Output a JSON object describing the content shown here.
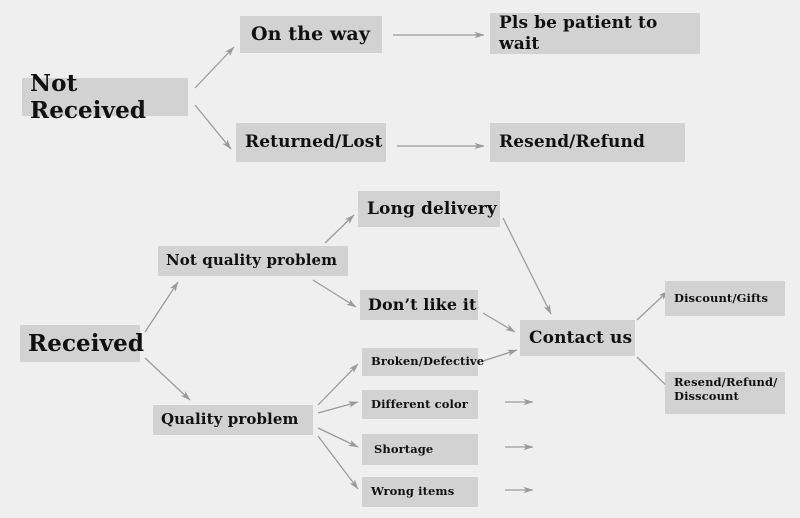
{
  "diagram": {
    "title": "Order Issue Resolution Flowchart",
    "background_color": "#efefef",
    "node_color": "#d2d2d2",
    "edge_color": "#9a9a9a",
    "text_color": "#101010"
  },
  "nodes": {
    "not_received": "Not Received",
    "on_the_way": "On the way",
    "returned_lost": "Returned/Lost",
    "pls_be_patient": "Pls be patient to wait",
    "resend_refund": "Resend/Refund",
    "received": "Received",
    "not_quality_problem": "Not quality problem",
    "quality_problem": "Quality problem",
    "long_delivery": "Long delivery",
    "dont_like_it": "Don’t like it",
    "broken_defective": "Broken/Defective",
    "different_color": "Different color",
    "shortage": "Shortage",
    "wrong_items": "Wrong items",
    "contact_us": "Contact us",
    "discount_gifts": "Discount/Gifts",
    "resend_refund_disscount": "Resend/Refund/\nDisscount"
  },
  "edges": [
    {
      "from": "not_received",
      "to": "on_the_way"
    },
    {
      "from": "not_received",
      "to": "returned_lost"
    },
    {
      "from": "on_the_way",
      "to": "pls_be_patient"
    },
    {
      "from": "returned_lost",
      "to": "resend_refund"
    },
    {
      "from": "received",
      "to": "not_quality_problem"
    },
    {
      "from": "received",
      "to": "quality_problem"
    },
    {
      "from": "not_quality_problem",
      "to": "long_delivery"
    },
    {
      "from": "not_quality_problem",
      "to": "dont_like_it"
    },
    {
      "from": "quality_problem",
      "to": "broken_defective"
    },
    {
      "from": "quality_problem",
      "to": "different_color"
    },
    {
      "from": "quality_problem",
      "to": "shortage"
    },
    {
      "from": "quality_problem",
      "to": "wrong_items"
    },
    {
      "from": "long_delivery",
      "to": "contact_us"
    },
    {
      "from": "dont_like_it",
      "to": "contact_us"
    },
    {
      "from": "broken_defective",
      "to": "contact_us"
    },
    {
      "from": "different_color",
      "to": "contact_us"
    },
    {
      "from": "shortage",
      "to": "contact_us"
    },
    {
      "from": "wrong_items",
      "to": "contact_us"
    },
    {
      "from": "contact_us",
      "to": "discount_gifts"
    },
    {
      "from": "contact_us",
      "to": "resend_refund_disscount"
    }
  ]
}
